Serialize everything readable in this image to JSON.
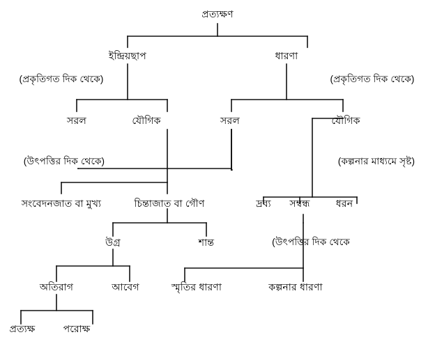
{
  "diagram": {
    "title": "প্রত্যক্ষণ",
    "language": "Bengali",
    "type": "hierarchy-tree",
    "ink_color": "#111111",
    "background_color": "#ffffff",
    "nodes": {
      "root": "প্রত্যক্ষণ",
      "impression": "ইন্দ্রিয়ছাপ",
      "idea": "ধারণা",
      "anno_nature_left": "(প্রকৃতিগত দিক থেকে)",
      "anno_nature_right": "(প্রকৃতিগত দিক থেকে)",
      "simple_left": "সরল",
      "compound_left": "যৌগিক",
      "simple_right": "সরল",
      "compound_right": "যৌগিক",
      "anno_origin_left": "(উৎপত্তির দিক থেকে)",
      "anno_imagination": "(কল্পনার মাধ্যমে সৃষ্ট)",
      "sensation_primary": "সংবেদনজাত বা মুখ্য",
      "thought_secondary": "চিন্তাজাত বা গৌণ",
      "substance": "দ্রব্য",
      "relation": "সম্বন্ধ",
      "mode": "ধরন",
      "violent": "উগ্র",
      "calm": "শান্ত",
      "anno_origin_right": "(উৎপত্তির দিক থেকে",
      "excess_passion": "অতিরাগ",
      "emotion": "আবেগ",
      "memory_idea": "স্মৃতির ধারণা",
      "imagination_idea": "কল্পনার ধারণা",
      "direct": "প্রত্যক্ষ",
      "indirect": "পরোক্ষ"
    }
  }
}
